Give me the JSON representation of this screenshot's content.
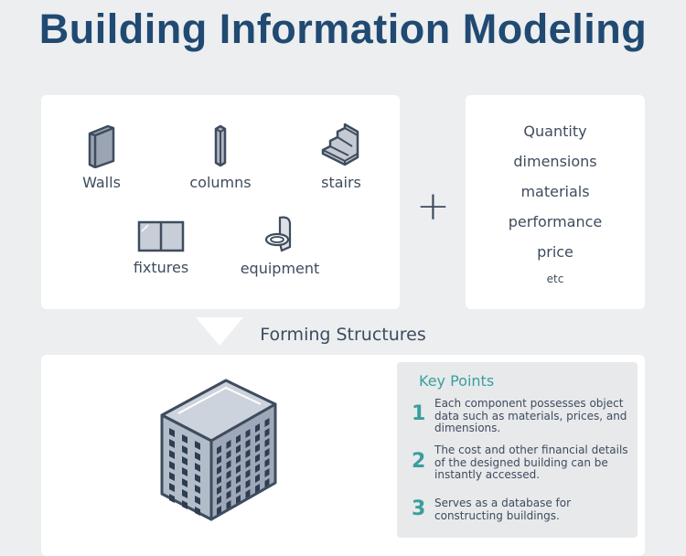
{
  "title": "Building Information Modeling",
  "components": [
    {
      "label": "Walls",
      "icon": "wall-icon"
    },
    {
      "label": "columns",
      "icon": "column-icon"
    },
    {
      "label": "stairs",
      "icon": "stairs-icon"
    },
    {
      "label": "fixtures",
      "icon": "window-icon"
    },
    {
      "label": "equipment",
      "icon": "toilet-icon"
    }
  ],
  "plus": "+",
  "attributes": [
    "Quantity",
    "dimensions",
    "materials",
    "performance",
    "price",
    "etc"
  ],
  "forming": "Forming Structures",
  "key_points": {
    "title": "Key Points",
    "items": [
      {
        "num": "1",
        "text": "Each component possesses object data such as materials, prices, and dimensions."
      },
      {
        "num": "2",
        "text": "The cost and other financial details of the designed building can be instantly accessed."
      },
      {
        "num": "3",
        "text": "Serves as a database for constructing buildings."
      }
    ]
  },
  "colors": {
    "title": "#214a72",
    "accent": "#3a9e9e",
    "text": "#3e4c5e"
  }
}
